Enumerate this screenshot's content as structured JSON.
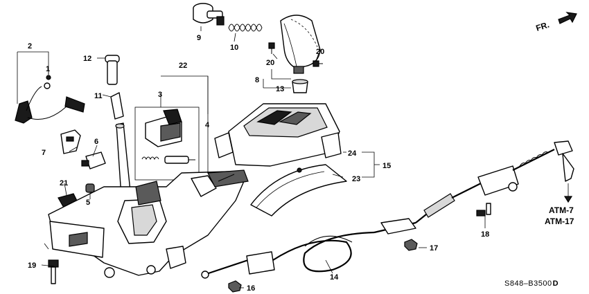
{
  "diagram": {
    "direction_indicator": {
      "label": "FR."
    },
    "callouts": {
      "c1": "1",
      "c2": "2",
      "c3": "3",
      "c4": "4",
      "c5": "5",
      "c6": "6",
      "c7": "7",
      "c8": "8",
      "c9": "9",
      "c10": "10",
      "c11": "11",
      "c12": "12",
      "c13": "13",
      "c14": "14",
      "c15": "15",
      "c16": "16",
      "c17": "17",
      "c18": "18",
      "c19": "19",
      "c20a": "20",
      "c20b": "20",
      "c21": "21",
      "c22": "22",
      "c23": "23",
      "c24": "24"
    },
    "references": [
      "ATM-7",
      "ATM-17"
    ],
    "diagram_code": "S848–B3500",
    "diagram_code_suffix": "D"
  }
}
